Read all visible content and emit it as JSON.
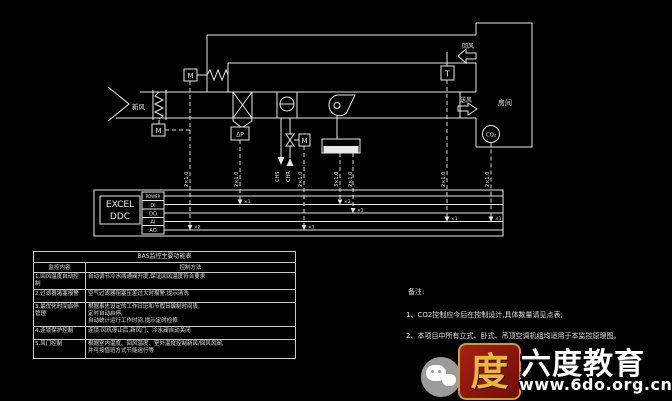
{
  "diagram": {
    "labels": {
      "fresh_air": "新风",
      "return_air": "回风",
      "supply_air": "送风",
      "room": "房间",
      "co2": "CO₂",
      "fresh_damper_actuator": "M",
      "return_damper_actuator": "M",
      "valve_actuator": "M",
      "filter_dp": "ΔP",
      "temp_sensor": "T",
      "chs": "CHS",
      "chr": "CHR"
    },
    "ddc": {
      "name_line1": "EXCEL",
      "name_line2": "DDC",
      "rows": [
        "POWER",
        "DI",
        "DO",
        "AI",
        "AO"
      ]
    },
    "wires": {
      "labels": [
        "2×1.0",
        "2×1.0",
        "2×1.0",
        "3×1.0",
        "2×1.0",
        "2×1.0",
        "2×1.0"
      ]
    },
    "points": [
      "×2",
      "×1",
      "×1",
      "×3",
      "×1",
      "×1",
      "×1"
    ]
  },
  "table": {
    "title": "BAS监控主要功能表",
    "headers": [
      "监控内容",
      "控制方法"
    ],
    "rows": [
      {
        "item": "1.回风温度自动控制",
        "lines": [
          "自动调节冷水两通阀开度,保证回风温度符合要求"
        ]
      },
      {
        "item": "2.过滤器堵塞报警",
        "lines": [
          "空气过滤器阻塞压差过大时报警,提示清洗"
        ]
      },
      {
        "item": "3.最优化时间启停管理",
        "lines": [
          "根据事先设定的工作日历和节假日编制时间表,",
          "定时自动启停,",
          "自动统计运行工作时间,提示定时检修"
        ]
      },
      {
        "item": "4.连锁保护控制",
        "lines": [
          "连锁:风机停止后,新风门、冷水阀自动关闭"
        ]
      },
      {
        "item": "5.风门控制",
        "lines": [
          "根据室内温度、回风温度、室外温度控制新风/回风风阀,",
          "并可按值班方式节能运行等"
        ]
      }
    ]
  },
  "notes": {
    "title": "备注:",
    "items": [
      "1、CO2控制应今后在控制设计,具体数量请见点表;",
      "2、本项目中所有立式、卧式、吊顶空调机组均适用于本监控原理图。"
    ]
  },
  "watermark": {
    "brand": "六度教育",
    "url": "www.6do.org.cn",
    "seal": "度"
  }
}
